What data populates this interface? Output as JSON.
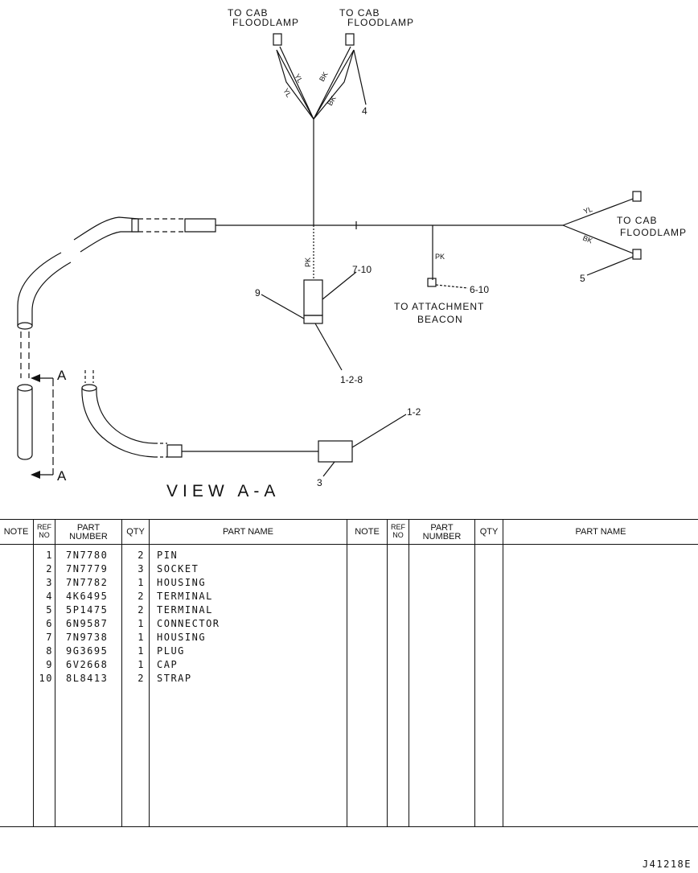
{
  "diagram": {
    "labels": {
      "floodlamp_left": [
        "TO CAB",
        "FLOODLAMP"
      ],
      "floodlamp_mid": [
        "TO CAB",
        "FLOODLAMP"
      ],
      "floodlamp_right": [
        "TO CAB",
        "FLOODLAMP"
      ],
      "beacon": [
        "TO ATTACHMENT",
        "BEACON"
      ]
    },
    "wire_colors": {
      "yl_1": "YL",
      "yl_2": "YL",
      "bk_1": "BK",
      "bk_2": "BK",
      "pk_vertical": "PK",
      "pk_beacon": "PK",
      "yl_right": "YL",
      "bk_right": "BK"
    },
    "callouts": {
      "c4": "4",
      "c5": "5",
      "c6_10": "6-10",
      "c7_10": "7-10",
      "c9": "9",
      "c1_2_8": "1-2-8",
      "c1_2": "1-2",
      "c3": "3",
      "section_a_top": "A",
      "section_a_bottom": "A"
    },
    "view_title": "VIEW A-A"
  },
  "table": {
    "headers": {
      "note": "NOTE",
      "ref_no": [
        "REF",
        "NO"
      ],
      "part_number": [
        "PART",
        "NUMBER"
      ],
      "qty": "QTY",
      "part_name": "PART NAME"
    },
    "rows": [
      {
        "ref": "1",
        "part_number": "7N7780",
        "qty": "2",
        "part_name": "PIN"
      },
      {
        "ref": "2",
        "part_number": "7N7779",
        "qty": "3",
        "part_name": "SOCKET"
      },
      {
        "ref": "3",
        "part_number": "7N7782",
        "qty": "1",
        "part_name": "HOUSING"
      },
      {
        "ref": "4",
        "part_number": "4K6495",
        "qty": "2",
        "part_name": "TERMINAL"
      },
      {
        "ref": "5",
        "part_number": "5P1475",
        "qty": "2",
        "part_name": "TERMINAL"
      },
      {
        "ref": "6",
        "part_number": "6N9587",
        "qty": "1",
        "part_name": "CONNECTOR"
      },
      {
        "ref": "7",
        "part_number": "7N9738",
        "qty": "1",
        "part_name": "HOUSING"
      },
      {
        "ref": "8",
        "part_number": "9G3695",
        "qty": "1",
        "part_name": "PLUG"
      },
      {
        "ref": "9",
        "part_number": "6V2668",
        "qty": "1",
        "part_name": "CAP"
      },
      {
        "ref": "10",
        "part_number": "8L8413",
        "qty": "2",
        "part_name": "STRAP"
      }
    ]
  },
  "doc_id": "J41218E"
}
